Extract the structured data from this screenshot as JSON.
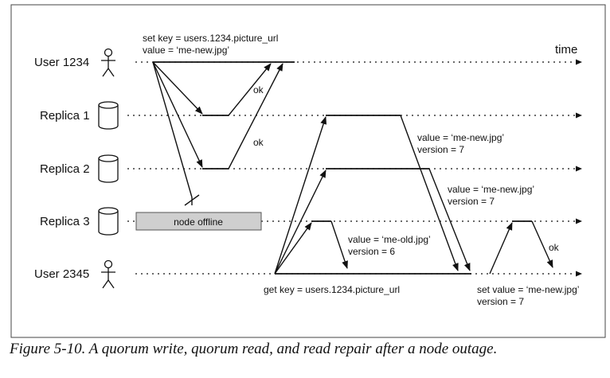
{
  "diagram": {
    "time_label": "time",
    "actors": {
      "user_1234": "User 1234",
      "replica_1": "Replica 1",
      "replica_2": "Replica 2",
      "replica_3": "Replica 3",
      "user_2345": "User 2345"
    },
    "node_offline_label": "node offline",
    "write_request": {
      "line1": "set key = users.1234.picture_url",
      "line2": "value = ‘me-new.jpg’"
    },
    "ack_labels": {
      "replica_1": "ok",
      "replica_2": "ok"
    },
    "replica_1_response": {
      "line1": "value = ‘me-new.jpg’",
      "line2": "version = 7"
    },
    "replica_2_response": {
      "line1": "value = ‘me-new.jpg’",
      "line2": "version = 7"
    },
    "replica_3_response": {
      "line1": "value = ‘me-old.jpg’",
      "line2": "version = 6"
    },
    "read_request": "get key = users.1234.picture_url",
    "repair_request": {
      "line1": "set value = ‘me-new.jpg’",
      "line2": "version = 7"
    },
    "repair_ack": "ok"
  },
  "caption": "Figure 5-10. A quorum write, quorum read, and read repair after a node outage."
}
